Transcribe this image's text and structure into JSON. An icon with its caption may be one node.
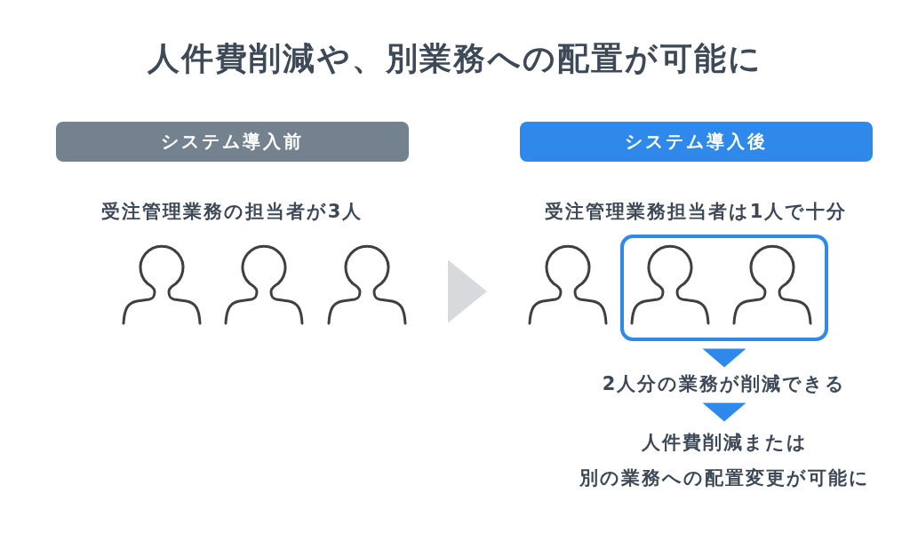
{
  "diagram": {
    "title": "人件費削減や、別業務への配置が可能に",
    "nodes": [
      {
        "text": [
          "システム導入前"
        ]
      },
      {
        "text": [
          "システム導入後"
        ]
      },
      {
        "text": [],
        "shape": "person"
      },
      {
        "text": [],
        "shape": "person"
      },
      {
        "text": [],
        "shape": "person"
      },
      {
        "text": [],
        "shape": "person"
      },
      {
        "text": [],
        "shape": "box"
      },
      {
        "text": [],
        "shape": "person",
        "in": 6
      },
      {
        "text": [],
        "shape": "person",
        "in": 6
      },
      {
        "text": [
          "2人分の業務が削減できる"
        ]
      },
      {
        "text": [
          "人件費削減または別の業務への配置変更が可能に"
        ]
      }
    ],
    "edges": [
      {
        "from": 4,
        "to": 5,
        "arrow": "to",
        "color": "#d7dadd"
      },
      {
        "from": 6,
        "to": 9,
        "arrow": "to"
      },
      {
        "from": 9,
        "to": 10,
        "arrow": "to"
      }
    ],
    "labels": [
      "受注管理業務の担当者が3人",
      "受注管理業務担当者は1人で十分"
    ]
  }
}
